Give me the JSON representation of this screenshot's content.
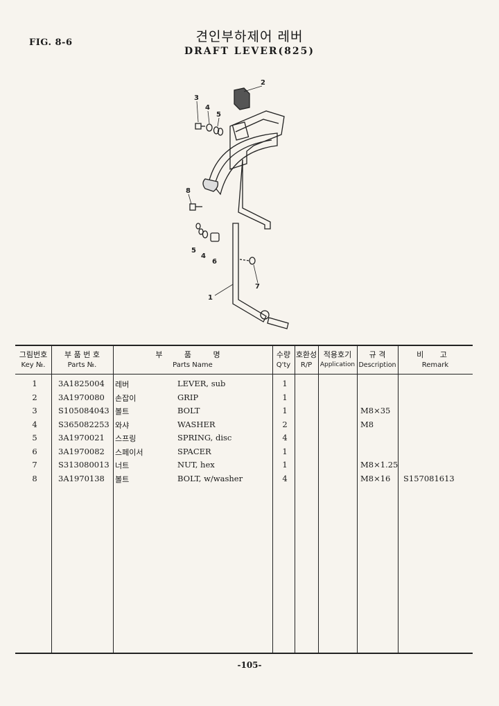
{
  "page": {
    "fig_label": "FIG. 8-6",
    "title_ko": "견인부하제어 레버",
    "title_en": "DRAFT LEVER(825)",
    "page_number": "-105-"
  },
  "diagram": {
    "callouts": [
      "1",
      "2",
      "3",
      "4",
      "5",
      "8",
      "5",
      "4",
      "6",
      "7"
    ]
  },
  "table": {
    "headers": {
      "key_ko": "그림번호",
      "key_en": "Key №.",
      "parts_ko": "부 품 번 호",
      "parts_en": "Parts №.",
      "name_ko": "부 품 명",
      "name_en": "Parts Name",
      "qty_ko": "수량",
      "qty_en": "Q'ty",
      "rp_ko": "호환성",
      "rp_en": "R/P",
      "app_ko": "적용호기",
      "app_en": "Application",
      "desc_ko": "규 격",
      "desc_en": "Description",
      "remark_ko": "비 고",
      "remark_en": "Remark"
    },
    "rows": [
      {
        "key": "1",
        "parts_no": "3A1825004",
        "name_ko": "레버",
        "name_en": "LEVER, sub",
        "qty": "1",
        "desc": "",
        "remark": ""
      },
      {
        "key": "2",
        "parts_no": "3A1970080",
        "name_ko": "손잡이",
        "name_en": "GRIP",
        "qty": "1",
        "desc": "",
        "remark": ""
      },
      {
        "key": "3",
        "parts_no": "S105084043",
        "name_ko": "볼트",
        "name_en": "BOLT",
        "qty": "1",
        "desc": "M8×35",
        "remark": ""
      },
      {
        "key": "4",
        "parts_no": "S365082253",
        "name_ko": "와샤",
        "name_en": "WASHER",
        "qty": "2",
        "desc": "M8",
        "remark": ""
      },
      {
        "key": "5",
        "parts_no": "3A1970021",
        "name_ko": "스프링",
        "name_en": "SPRING, disc",
        "qty": "4",
        "desc": "",
        "remark": ""
      },
      {
        "key": "6",
        "parts_no": "3A1970082",
        "name_ko": "스페이서",
        "name_en": "SPACER",
        "qty": "1",
        "desc": "",
        "remark": ""
      },
      {
        "key": "7",
        "parts_no": "S313080013",
        "name_ko": "너트",
        "name_en": "NUT, hex",
        "qty": "1",
        "desc": "M8×1.25",
        "remark": ""
      },
      {
        "key": "8",
        "parts_no": "3A1970138",
        "name_ko": "볼트",
        "name_en": "BOLT, w/washer",
        "qty": "4",
        "desc": "M8×16",
        "remark": "S157081613"
      }
    ]
  }
}
